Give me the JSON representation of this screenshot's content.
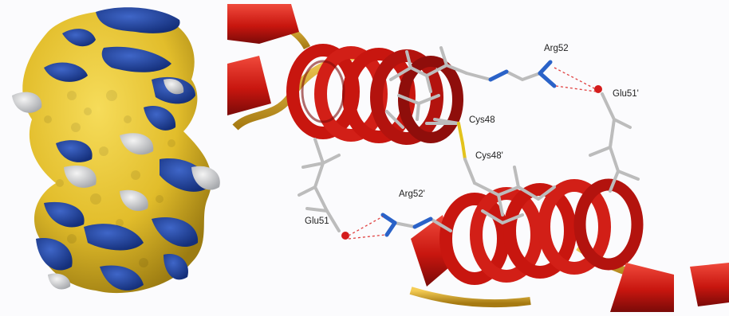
{
  "labels": {
    "arg52": "Arg52",
    "glu51_prime": "Glu51'",
    "cys48": "Cys48",
    "cys48_prime": "Cys48'",
    "arg52_prime": "Arg52'",
    "glu51": "Glu51"
  },
  "colors": {
    "surface_yellow": "#e6c22e",
    "surface_blue": "#1e44a6",
    "surface_white": "#dfe0e2",
    "helix_red": "#d21f17",
    "helix_dark": "#7e0c0a",
    "coil_gold": "#d9a62a",
    "bond_grey": "#bcbcbc",
    "nitrogen_blue": "#2a62c8",
    "oxygen_red": "#d41c1c",
    "sulfur_yellow": "#e3c31c",
    "hbond_red": "#e04040"
  },
  "icons": {
    "surface": "molecular-surface-icon",
    "helix": "alpha-helix-ribbon-icon"
  }
}
